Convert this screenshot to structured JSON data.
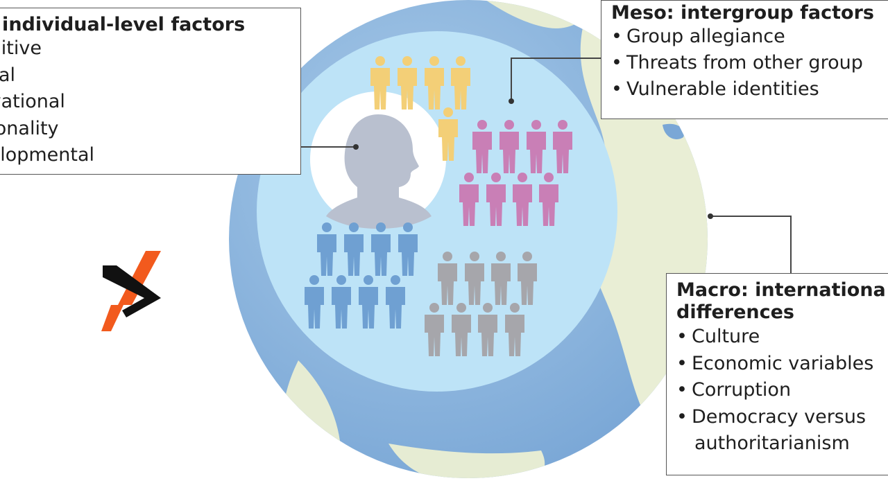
{
  "micro": {
    "title": "ro: individual-level factors",
    "items": [
      "ognitive",
      "inical",
      "otivational",
      "ersonality",
      "evelopmental"
    ]
  },
  "meso": {
    "title": "Meso: intergroup factors",
    "items": [
      "Group allegiance",
      "Threats from other group",
      "Vulnerable identities"
    ]
  },
  "macro": {
    "title_line1": "Macro: internationa",
    "title_line2": "differences",
    "items": [
      "Culture",
      "Economic variables",
      "Corruption",
      "Democracy versus"
    ],
    "continuation": "authoritarianism"
  },
  "groups": {
    "yellow": "#f3cf77",
    "magenta": "#c97fb6",
    "blue": "#6fa0d2",
    "grey": "#a6a6ab"
  },
  "colors": {
    "ocean": "#8fb7de",
    "land": "#e9eed5",
    "inner_circle": "#bde3f7",
    "head_silhouette": "#b9c0cf",
    "logo_orange": "#f25a1d",
    "logo_black": "#111111"
  },
  "icons": [
    "globe-icon",
    "person-silhouette-icon",
    "person-icon",
    "logo-icon"
  ]
}
